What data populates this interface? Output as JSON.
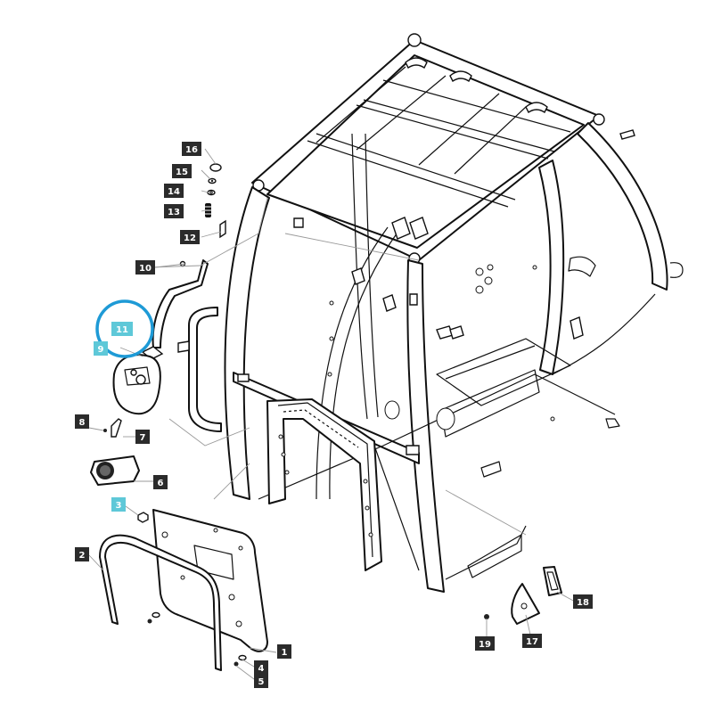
{
  "colors": {
    "callout_default": "#2b2b2b",
    "callout_highlight": "#5ec8d8",
    "highlight_circle": "#1e9ad6",
    "line": "#111111",
    "leader": "#9a9a9a"
  },
  "callouts": [
    {
      "label": "1",
      "highlight": false
    },
    {
      "label": "2",
      "highlight": false
    },
    {
      "label": "3",
      "highlight": true
    },
    {
      "label": "4",
      "highlight": false
    },
    {
      "label": "5",
      "highlight": false
    },
    {
      "label": "6",
      "highlight": false
    },
    {
      "label": "7",
      "highlight": false
    },
    {
      "label": "8",
      "highlight": false
    },
    {
      "label": "9",
      "highlight": true
    },
    {
      "label": "10",
      "highlight": false
    },
    {
      "label": "11",
      "highlight": true
    },
    {
      "label": "12",
      "highlight": false
    },
    {
      "label": "13",
      "highlight": false
    },
    {
      "label": "14",
      "highlight": false
    },
    {
      "label": "15",
      "highlight": false
    },
    {
      "label": "16",
      "highlight": false
    },
    {
      "label": "17",
      "highlight": false
    },
    {
      "label": "18",
      "highlight": false
    },
    {
      "label": "19",
      "highlight": false
    }
  ],
  "selected_callout": "11"
}
